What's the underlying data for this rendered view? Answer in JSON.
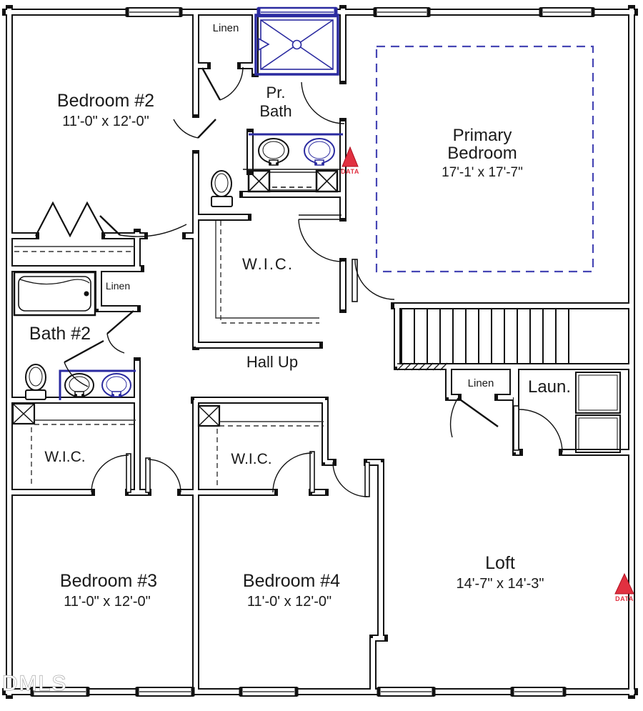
{
  "plan": {
    "watermark": "DMLS",
    "rooms": {
      "bedroom2": {
        "name": "Bedroom #2",
        "dims": "11'-0\" x 12'-0\""
      },
      "primary_bedroom": {
        "name_line1": "Primary",
        "name_line2": "Bedroom",
        "dims": "17'-1' x 17'-7\""
      },
      "primary_bath": {
        "name_line1": "Pr.",
        "name_line2": "Bath"
      },
      "primary_wic": {
        "name": "W.I.C."
      },
      "hall": {
        "name": "Hall Up"
      },
      "bath2": {
        "name": "Bath #2"
      },
      "linen_top": {
        "name": "Linen"
      },
      "linen_bath2": {
        "name": "Linen"
      },
      "linen_stairs": {
        "name": "Linen"
      },
      "laundry": {
        "name": "Laun."
      },
      "wic_bedroom3": {
        "name": "W.I.C."
      },
      "wic_bedroom4": {
        "name": "W.I.C."
      },
      "bedroom3": {
        "name": "Bedroom #3",
        "dims": "11'-0\" x 12'-0\""
      },
      "bedroom4": {
        "name": "Bedroom #4",
        "dims": "11'-0' x 12'-0\""
      },
      "loft": {
        "name": "Loft",
        "dims": "14'-7\" x 14'-3\""
      }
    },
    "markers": {
      "data1": "DATA",
      "data2": "DATA"
    },
    "colors": {
      "fixture_blue": "#2a2aa0",
      "tray_dash_blue": "#4646b4",
      "marker_red": "#e13040",
      "wall_black": "#111111",
      "watermark_gray": "#9a9a9a"
    }
  }
}
